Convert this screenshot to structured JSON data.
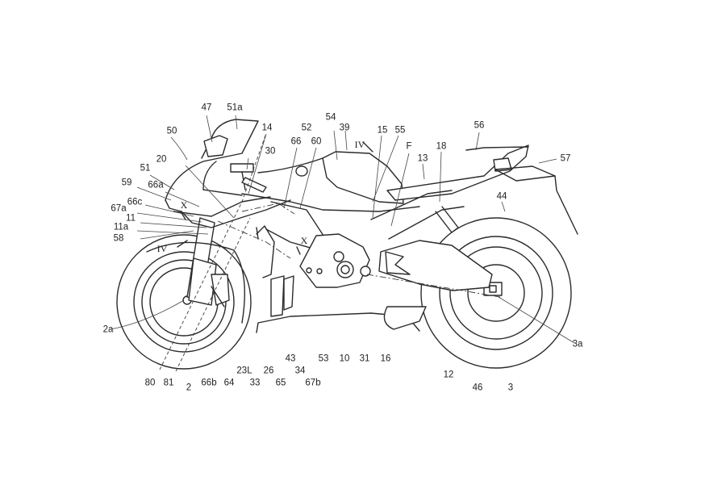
{
  "figure": {
    "subject": "Motorcycle side view (patent line drawing)",
    "colors": {
      "line": "#2b2b2b",
      "background": "#ffffff"
    }
  },
  "labels": {
    "l47": "47",
    "l51a": "51a",
    "l50": "50",
    "l14": "14",
    "l52": "52",
    "l66_top": "66",
    "l60": "60",
    "l54": "54",
    "l39": "39",
    "lIV_top": "IV",
    "l15": "15",
    "l55": "55",
    "l56": "56",
    "lF": "F",
    "l18": "18",
    "l13": "13",
    "l57": "57",
    "l30": "30",
    "l20": "20",
    "l51": "51",
    "l59": "59",
    "l66a": "66a",
    "l66c": "66c",
    "lX_left": "X",
    "l67a": "67a",
    "l11": "11",
    "l11a": "11a",
    "l58": "58",
    "lIV_left": "IV",
    "lX_mid": "X",
    "l44": "44",
    "l2a": "2a",
    "l3a": "3a",
    "l80": "80",
    "l81": "81",
    "l2": "2",
    "l66b": "66b",
    "l64": "64",
    "l23L": "23L",
    "l33": "33",
    "l26": "26",
    "l65": "65",
    "l43": "43",
    "l34": "34",
    "l67b": "67b",
    "l53": "53",
    "l10": "10",
    "l31": "31",
    "l16": "16",
    "l12": "12",
    "l46": "46",
    "l3": "3"
  }
}
